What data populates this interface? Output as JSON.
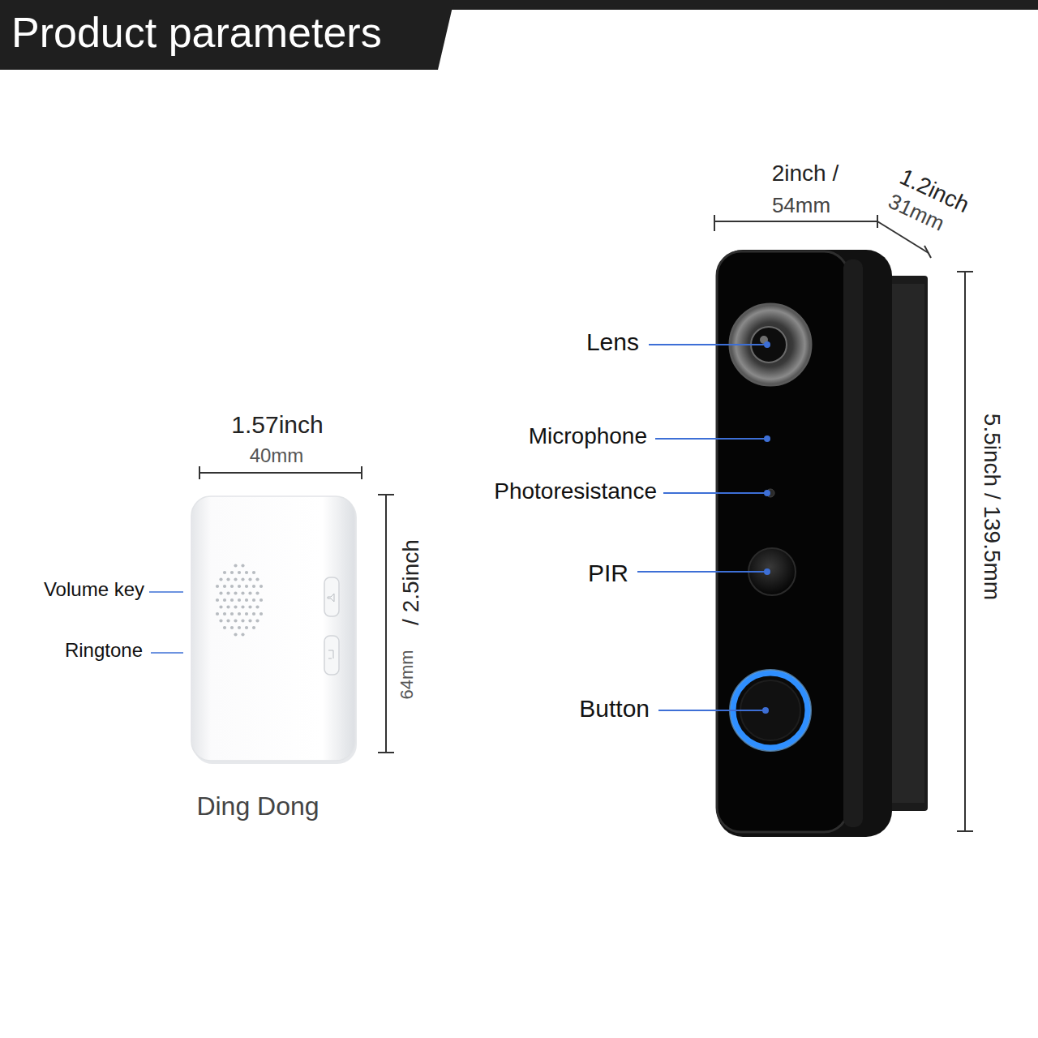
{
  "diagram": {
    "title": "Product parameters",
    "labels": [
      "2inch /",
      "54mm",
      "1.2inch",
      "31mm",
      "Lens",
      "Microphone",
      "Photoresistance",
      "PIR",
      "Button",
      "5.5inch / 139.5mm",
      "1.57inch",
      "40mm",
      "Volume key",
      "Ringtone",
      "64mm",
      "/ 2.5inch",
      "Ding Dong"
    ]
  }
}
